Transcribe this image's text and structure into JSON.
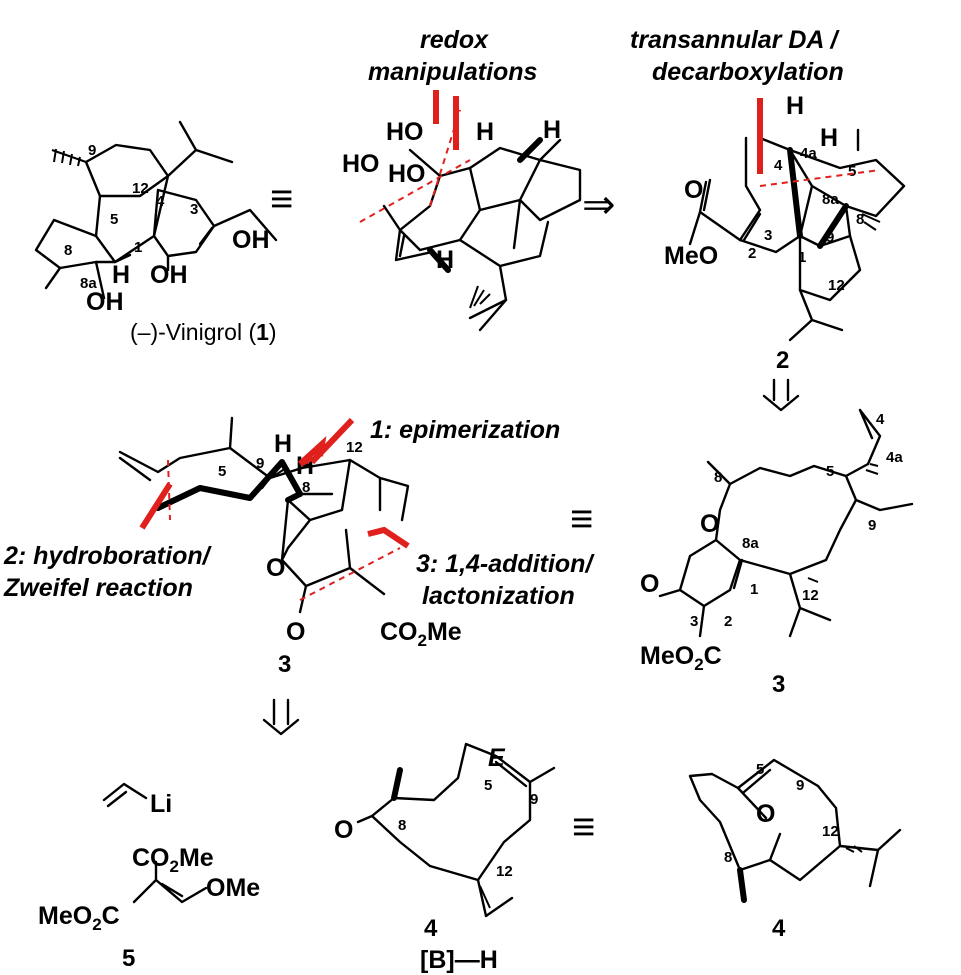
{
  "annotations": {
    "redox_line1": "redox",
    "redox_line2": "manipulations",
    "da_line1": "transannular DA /",
    "da_line2": "decarboxylation",
    "epimerization": "1: epimerization",
    "hydroboration_line1": "2: hydroboration/",
    "hydroboration_line2": "Zweifel reaction",
    "addition_line1": "3: 1,4-addition/",
    "addition_line2": "lactonization"
  },
  "compounds": {
    "vinigrol_label_prefix": "(–)-Vinigrol (",
    "vinigrol_label_num": "1",
    "vinigrol_label_suffix": ")",
    "c2": "2",
    "c3_left": "3",
    "c3_right": "3",
    "c4_mid": "4",
    "c4_right": "4",
    "c5": "5"
  },
  "atoms": {
    "OH": "OH",
    "HO": "HO",
    "H": "H",
    "O": "O",
    "MeO": "MeO",
    "Li": "Li",
    "MeO2C_a": "MeO",
    "MeO2C_sub": "2",
    "MeO2C_b": "C",
    "CO2Me_a": "CO",
    "CO2Me_sub": "2",
    "CO2Me_b": "Me",
    "OMe": "OMe",
    "borane": "[B]—H",
    "E": "E"
  },
  "locants": [
    "9",
    "5",
    "12",
    "4",
    "3",
    "8",
    "1",
    "8a",
    "4a",
    "2"
  ],
  "symbols": {
    "equivalent": "≡",
    "retro_arrow": "⇒"
  },
  "colors": {
    "accent": "#e0201c",
    "ink": "#000000"
  }
}
